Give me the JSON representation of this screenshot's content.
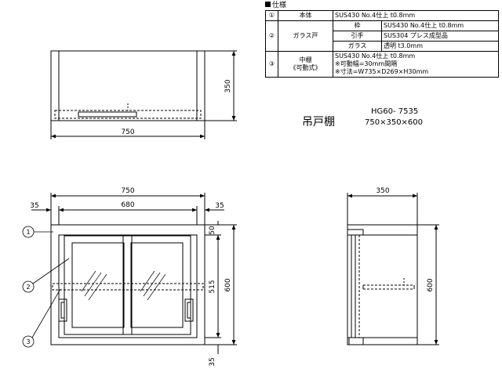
{
  "spec": {
    "title": "仕様",
    "rows": [
      {
        "num": "①",
        "part": "本体",
        "value": "SUS430 No.4仕上 t0.8mm"
      },
      {
        "num": "②",
        "part": "ガラス戸",
        "subs": [
          {
            "sub": "枠",
            "value": "SUS430 No.4仕上 t0.8mm"
          },
          {
            "sub": "引手",
            "value": "SUS304 プレス成型品"
          },
          {
            "sub": "ガラス",
            "value": "透明 t3.0mm"
          }
        ]
      },
      {
        "num": "③",
        "part": "中棚",
        "part2": "《可動式》",
        "lines": [
          "SUS430 No.4仕上 t0.8mm",
          "※可動幅=30mm間隔",
          "※寸法=W735×D269×H30mm"
        ]
      }
    ]
  },
  "product": {
    "name": "吊戸棚",
    "code": "HG60- 7535",
    "size": "750×350×600"
  },
  "dimensions": {
    "top_width": "750",
    "top_depth": "350",
    "front_width": "750",
    "front_inner_width": "680",
    "front_left_margin": "35",
    "front_right_margin": "35",
    "front_height": "600",
    "front_inner_height": "515",
    "front_top_band": "50",
    "front_bottom_band": "35",
    "side_depth": "350",
    "side_height": "600"
  },
  "callouts": {
    "c1": "1",
    "c2": "2",
    "c3": "3"
  }
}
